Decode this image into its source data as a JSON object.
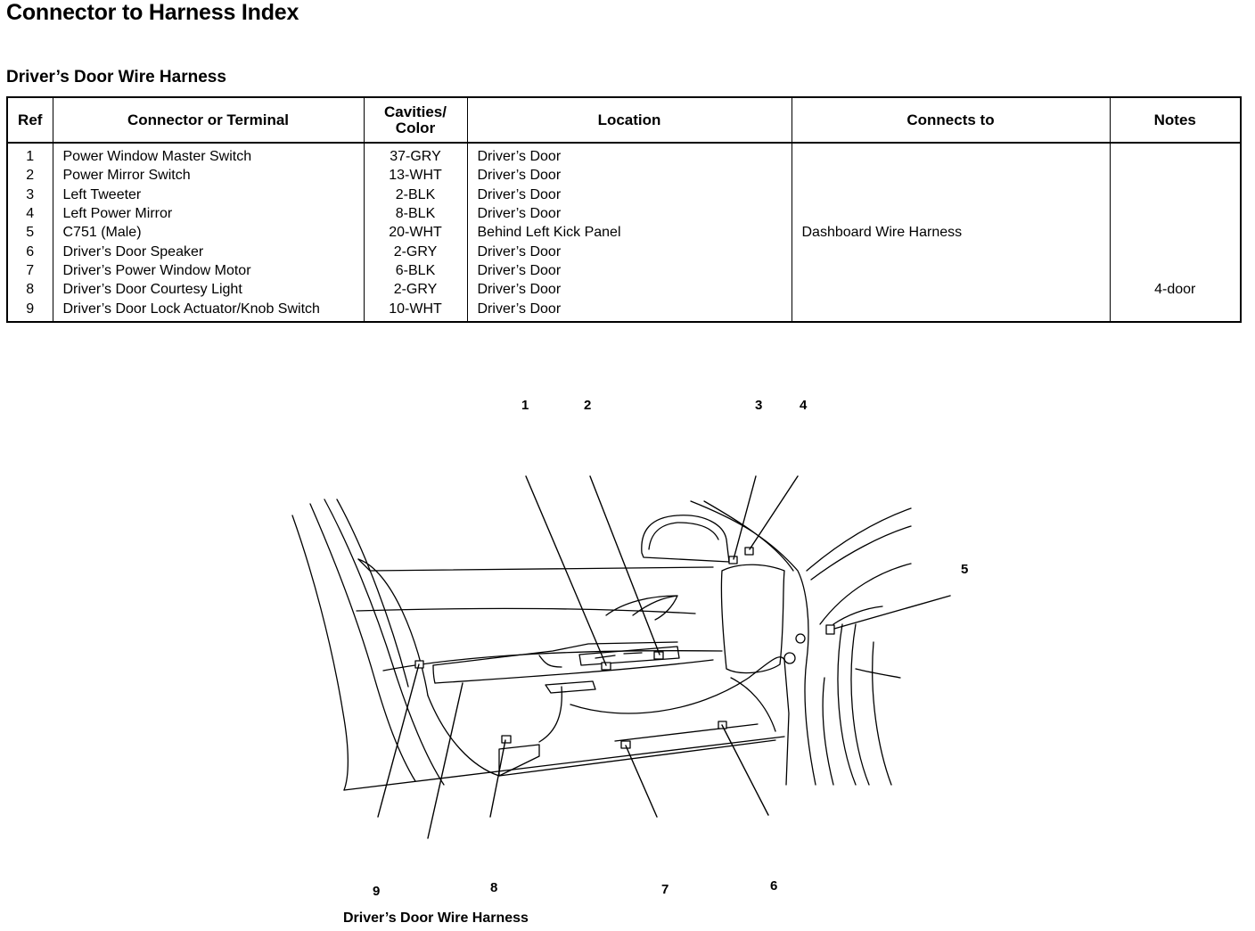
{
  "page": {
    "title": "Connector to Harness Index",
    "section_title": "Driver’s Door Wire Harness"
  },
  "table": {
    "headers": {
      "ref": "Ref",
      "connector": "Connector or Terminal",
      "cavities_line1": "Cavities/",
      "cavities_line2": "Color",
      "location": "Location",
      "connects_to": "Connects to",
      "notes": "Notes"
    },
    "rows": [
      {
        "ref": "1",
        "connector": "Power Window Master Switch",
        "cavities": "37-GRY",
        "location": "Driver’s Door",
        "connects_to": "",
        "notes": ""
      },
      {
        "ref": "2",
        "connector": "Power Mirror Switch",
        "cavities": "13-WHT",
        "location": "Driver’s Door",
        "connects_to": "",
        "notes": ""
      },
      {
        "ref": "3",
        "connector": "Left Tweeter",
        "cavities": "2-BLK",
        "location": "Driver’s Door",
        "connects_to": "",
        "notes": ""
      },
      {
        "ref": "4",
        "connector": "Left Power Mirror",
        "cavities": "8-BLK",
        "location": "Driver’s Door",
        "connects_to": "",
        "notes": ""
      },
      {
        "ref": "5",
        "connector": "C751 (Male)",
        "cavities": "20-WHT",
        "location": "Behind Left Kick Panel",
        "connects_to": "Dashboard Wire Harness",
        "notes": ""
      },
      {
        "ref": "6",
        "connector": "Driver’s Door Speaker",
        "cavities": "2-GRY",
        "location": "Driver’s Door",
        "connects_to": "",
        "notes": ""
      },
      {
        "ref": "7",
        "connector": "Driver’s Power Window Motor",
        "cavities": "6-BLK",
        "location": "Driver’s Door",
        "connects_to": "",
        "notes": ""
      },
      {
        "ref": "8",
        "connector": "Driver’s Door Courtesy Light",
        "cavities": "2-GRY",
        "location": "Driver’s Door",
        "connects_to": "",
        "notes": "4-door"
      },
      {
        "ref": "9",
        "connector": "Driver’s Door Lock Actuator/Knob Switch",
        "cavities": "10-WHT",
        "location": "Driver’s Door",
        "connects_to": "",
        "notes": ""
      }
    ]
  },
  "diagram": {
    "callouts": [
      "1",
      "2",
      "3",
      "4",
      "5",
      "6",
      "7",
      "8",
      "9"
    ],
    "caption": "Driver’s Door Wire Harness"
  }
}
